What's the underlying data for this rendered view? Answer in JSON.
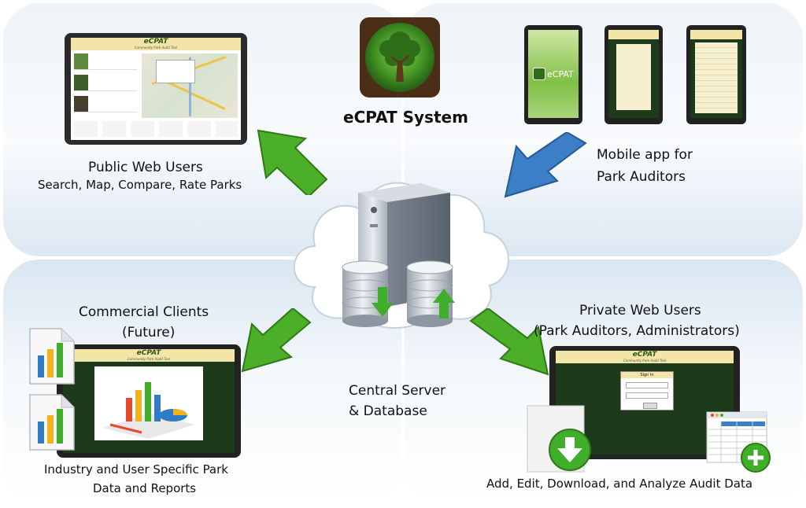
{
  "system": {
    "title": "eCPAT System"
  },
  "public_web": {
    "title": "Public Web Users",
    "subtitle": "Search, Map, Compare, Rate Parks",
    "screen_brand": "eCPAT",
    "screen_tagline": "Community Park Audit Tool"
  },
  "mobile": {
    "line1": "Mobile app for",
    "line2": "Park Auditors",
    "screen_brand": "eCPAT"
  },
  "commercial": {
    "line1": "Commercial Clients",
    "line2": "(Future)",
    "desc1": "Industry and User Specific Park",
    "desc2": "Data and Reports",
    "screen_brand": "eCPAT",
    "screen_tagline": "Community Park Audit Tool"
  },
  "central": {
    "line1": "Central Server",
    "line2": "& Database"
  },
  "private_web": {
    "line1": "Private Web Users",
    "line2": "(Park Auditors, Administrators)",
    "desc": "Add, Edit, Download, and Analyze Audit Data",
    "screen_brand": "eCPAT",
    "screen_tagline": "Community Park Audit Tool",
    "login_title": "Sign In"
  },
  "colors": {
    "green_arrow": "#4caf2a",
    "blue_arrow": "#3d7fc6",
    "dark_green_screen": "#1d3a1a",
    "header_tan": "#f3e4a8"
  }
}
